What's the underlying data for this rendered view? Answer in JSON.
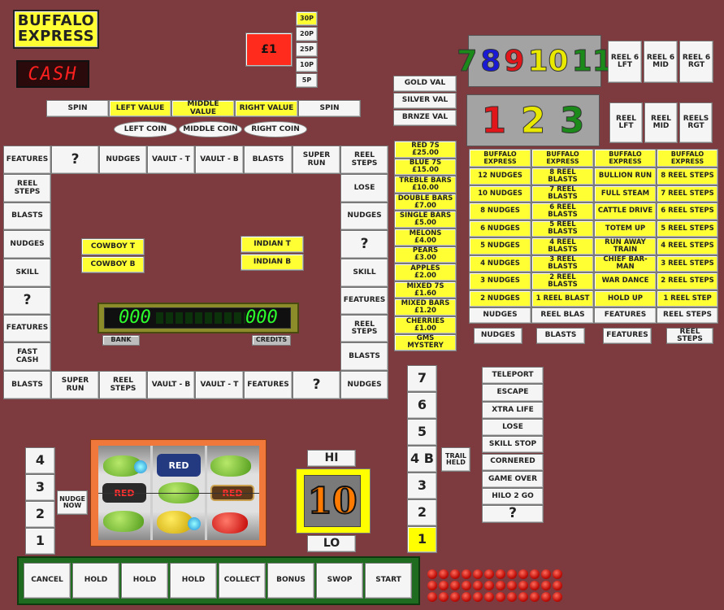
{
  "title": {
    "line1": "BUFFALO",
    "line2": "EXPRESS"
  },
  "credit_display": "CASH",
  "stake": "£1",
  "coin_values": [
    "30P",
    "20P",
    "25P",
    "10P",
    "5P"
  ],
  "metal_values": [
    "GOLD VAL",
    "SILVER VAL",
    "BRNZE VAL"
  ],
  "number_reels": {
    "top": [
      {
        "n": "7",
        "c": "#1b8a1b"
      },
      {
        "n": "8",
        "c": "#1a1ad6"
      },
      {
        "n": "9",
        "c": "#e0161b"
      },
      {
        "n": "10",
        "c": "#e8e800"
      },
      {
        "n": "11",
        "c": "#1b8a1b"
      }
    ],
    "bottom": [
      {
        "n": "1",
        "c": "#e0161b"
      },
      {
        "n": "2",
        "c": "#e8e800"
      },
      {
        "n": "3",
        "c": "#1b8a1b"
      }
    ]
  },
  "reel6_buttons": [
    "REEL 6 LFT",
    "REEL 6 MID",
    "REEL 6 RGT"
  ],
  "reel_buttons": [
    "REEL LFT",
    "REEL MID",
    "REELS RGT"
  ],
  "value_bar": [
    "SPIN",
    "LEFT VALUE",
    "MIDDLE VALUE",
    "RIGHT VALUE",
    "SPIN"
  ],
  "coins": [
    "LEFT COIN",
    "MIDDLE COIN",
    "RIGHT COIN"
  ],
  "trail_top": [
    "FEATURES",
    "?",
    "NUDGES",
    "VAULT - T",
    "VAULT - B",
    "BLASTS",
    "SUPER RUN",
    "REEL STEPS"
  ],
  "trail_left": [
    "REEL STEPS",
    "BLASTS",
    "NUDGES",
    "SKILL",
    "?",
    "FEATURES",
    "FAST CASH"
  ],
  "trail_right": [
    "LOSE",
    "NUDGES",
    "?",
    "SKILL",
    "FEATURES",
    "REEL STEPS",
    "BLASTS"
  ],
  "trail_bottom": [
    "BLASTS",
    "SUPER RUN",
    "REEL STEPS",
    "VAULT - B",
    "VAULT - T",
    "FEATURES",
    "?",
    "NUDGES"
  ],
  "cowboy": [
    "COWBOY T",
    "COWBOY B"
  ],
  "indian": [
    "INDIAN T",
    "INDIAN B"
  ],
  "bank": {
    "value": "000",
    "label": "BANK"
  },
  "credits": {
    "value": "000",
    "label": "CREDITS"
  },
  "paytable": [
    {
      "name": "RED 7S",
      "prize": "£25.00"
    },
    {
      "name": "BLUE 7S",
      "prize": "£15.00"
    },
    {
      "name": "TREBLE BARS",
      "prize": "£10.00"
    },
    {
      "name": "DOUBLE BARS",
      "prize": "£7.00"
    },
    {
      "name": "SINGLE BARS",
      "prize": "£5.00"
    },
    {
      "name": "MELONS",
      "prize": "£4.00"
    },
    {
      "name": "PEARS",
      "prize": "£3.00"
    },
    {
      "name": "APPLES",
      "prize": "£2.00"
    },
    {
      "name": "MIXED 7S",
      "prize": "£1.60"
    },
    {
      "name": "MIXED BARS",
      "prize": "£1.20"
    },
    {
      "name": "CHERRIES",
      "prize": "£1.00"
    },
    {
      "name": "GMS",
      "prize": "MYSTERY"
    }
  ],
  "feature_headers": [
    "BUFFALO EXPRESS",
    "BUFFALO EXPRESS",
    "BUFFALO EXPRESS",
    "BUFFALO EXPRESS"
  ],
  "feature_rows": [
    [
      "12 NUDGES",
      "8 REEL BLASTS",
      "BULLION RUN",
      "8 REEL STEPS"
    ],
    [
      "10 NUDGES",
      "7 REEL BLASTS",
      "FULL STEAM",
      "7 REEL STEPS"
    ],
    [
      "8 NUDGES",
      "6 REEL BLASTS",
      "CATTLE DRIVE",
      "6 REEL STEPS"
    ],
    [
      "6 NUDGES",
      "5 REEL BLASTS",
      "TOTEM UP",
      "5 REEL STEPS"
    ],
    [
      "5 NUDGES",
      "4 REEL BLASTS",
      "RUN AWAY TRAIN",
      "4 REEL STEPS"
    ],
    [
      "4 NUDGES",
      "3 REEL BLASTS",
      "CHIEF BAR-MAN",
      "3 REEL STEPS"
    ],
    [
      "3 NUDGES",
      "2 REEL BLASTS",
      "WAR DANCE",
      "2 REEL STEPS"
    ],
    [
      "2 NUDGES",
      "1 REEL BLAST",
      "HOLD UP",
      "1 REEL STEP"
    ]
  ],
  "feature_footer": [
    "NUDGES",
    "REEL BLAS",
    "FEATURES",
    "REEL STEPS"
  ],
  "feature_buttons": [
    "NUDGES",
    "BLASTS",
    "FEATURES",
    "REEL STEPS"
  ],
  "trail_ladder": [
    "7",
    "6",
    "5",
    "4 B",
    "3",
    "2",
    "1"
  ],
  "trail_held": "TRAIL HELD",
  "outcomes": [
    "TELEPORT",
    "ESCAPE",
    "XTRA LIFE",
    "LOSE",
    "SKILL STOP",
    "CORNERED",
    "GAME OVER",
    "HILO 2 GO",
    "?"
  ],
  "nudge_ladder": [
    "4",
    "3",
    "2",
    "1"
  ],
  "nudge_now": "NUDGE NOW",
  "reel_window": {
    "symbols": [
      [
        "",
        "RED",
        "",
        ""
      ],
      [
        "RED",
        "",
        "RED",
        ""
      ],
      [
        "",
        "",
        "",
        ""
      ]
    ]
  },
  "hilo": {
    "hi": "HI",
    "lo": "LO",
    "value": "10"
  },
  "controls": [
    "CANCEL",
    "HOLD",
    "HOLD",
    "HOLD",
    "COLLECT",
    "BONUS",
    "SWOP",
    "START"
  ],
  "colors": {
    "background": "#7d3b3f",
    "yellow": "#ffff33",
    "red": "#ff2b1c",
    "frame_green": "#1f6b1f"
  }
}
